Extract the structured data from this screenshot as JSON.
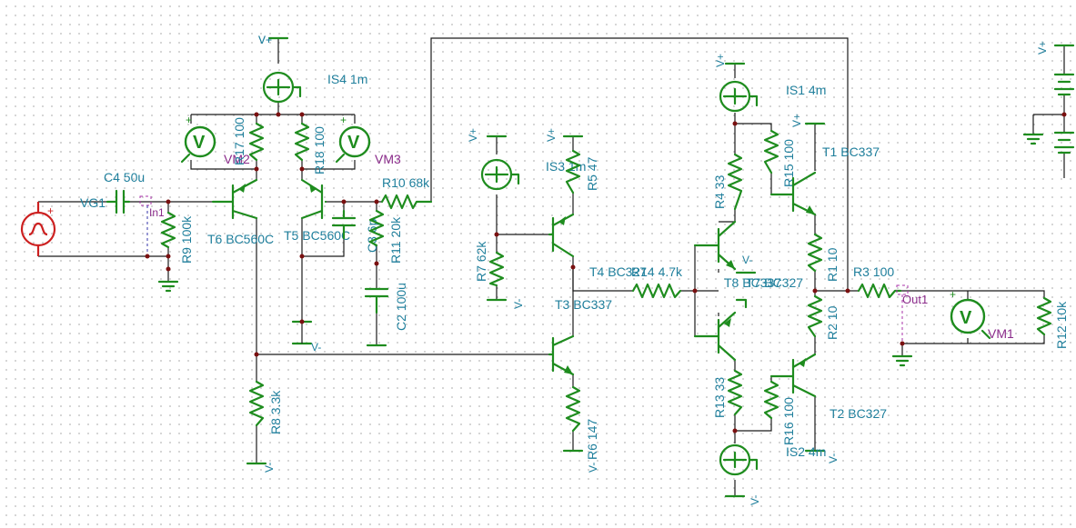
{
  "labels": {
    "is4": "IS4 1m",
    "r17": "R17 100",
    "r18": "R18 100",
    "vm2": "VM2",
    "vm3": "VM3",
    "c4": "C4 50u",
    "vg1": "VG1",
    "in1": "In1",
    "r9": "R9 100k",
    "t6": "T6 BC560C",
    "t5": "T5 BC560C",
    "c3": "C3 6p",
    "r11": "R11 20k",
    "r10": "R10 68k",
    "c2": "C2 100u",
    "r8": "R8 3.3k",
    "is3": "IS3 1m",
    "r5": "R5 47",
    "r7": "R7 62k",
    "t4": "T4 BC327",
    "r14": "R14 4.7k",
    "t3": "T3 BC337",
    "r6": "R6 147",
    "is1": "IS1 4m",
    "r4": "R4 33",
    "r15": "R15 100",
    "t1": "T1 BC337",
    "r1": "R1 10",
    "r2": "R2 10",
    "t8": "T8 BC337",
    "t7": "T7 BC327",
    "r3": "R3 100",
    "out1": "Out1",
    "vm1": "VM1",
    "r12": "R12 10k",
    "r13": "R13 33",
    "r16": "R16 100",
    "t2": "T2 BC327",
    "is2": "IS2 4m"
  },
  "rails": {
    "vplus": "V+",
    "vminus": "V-"
  },
  "meter_symbol": "V",
  "plus_sign": "+"
}
